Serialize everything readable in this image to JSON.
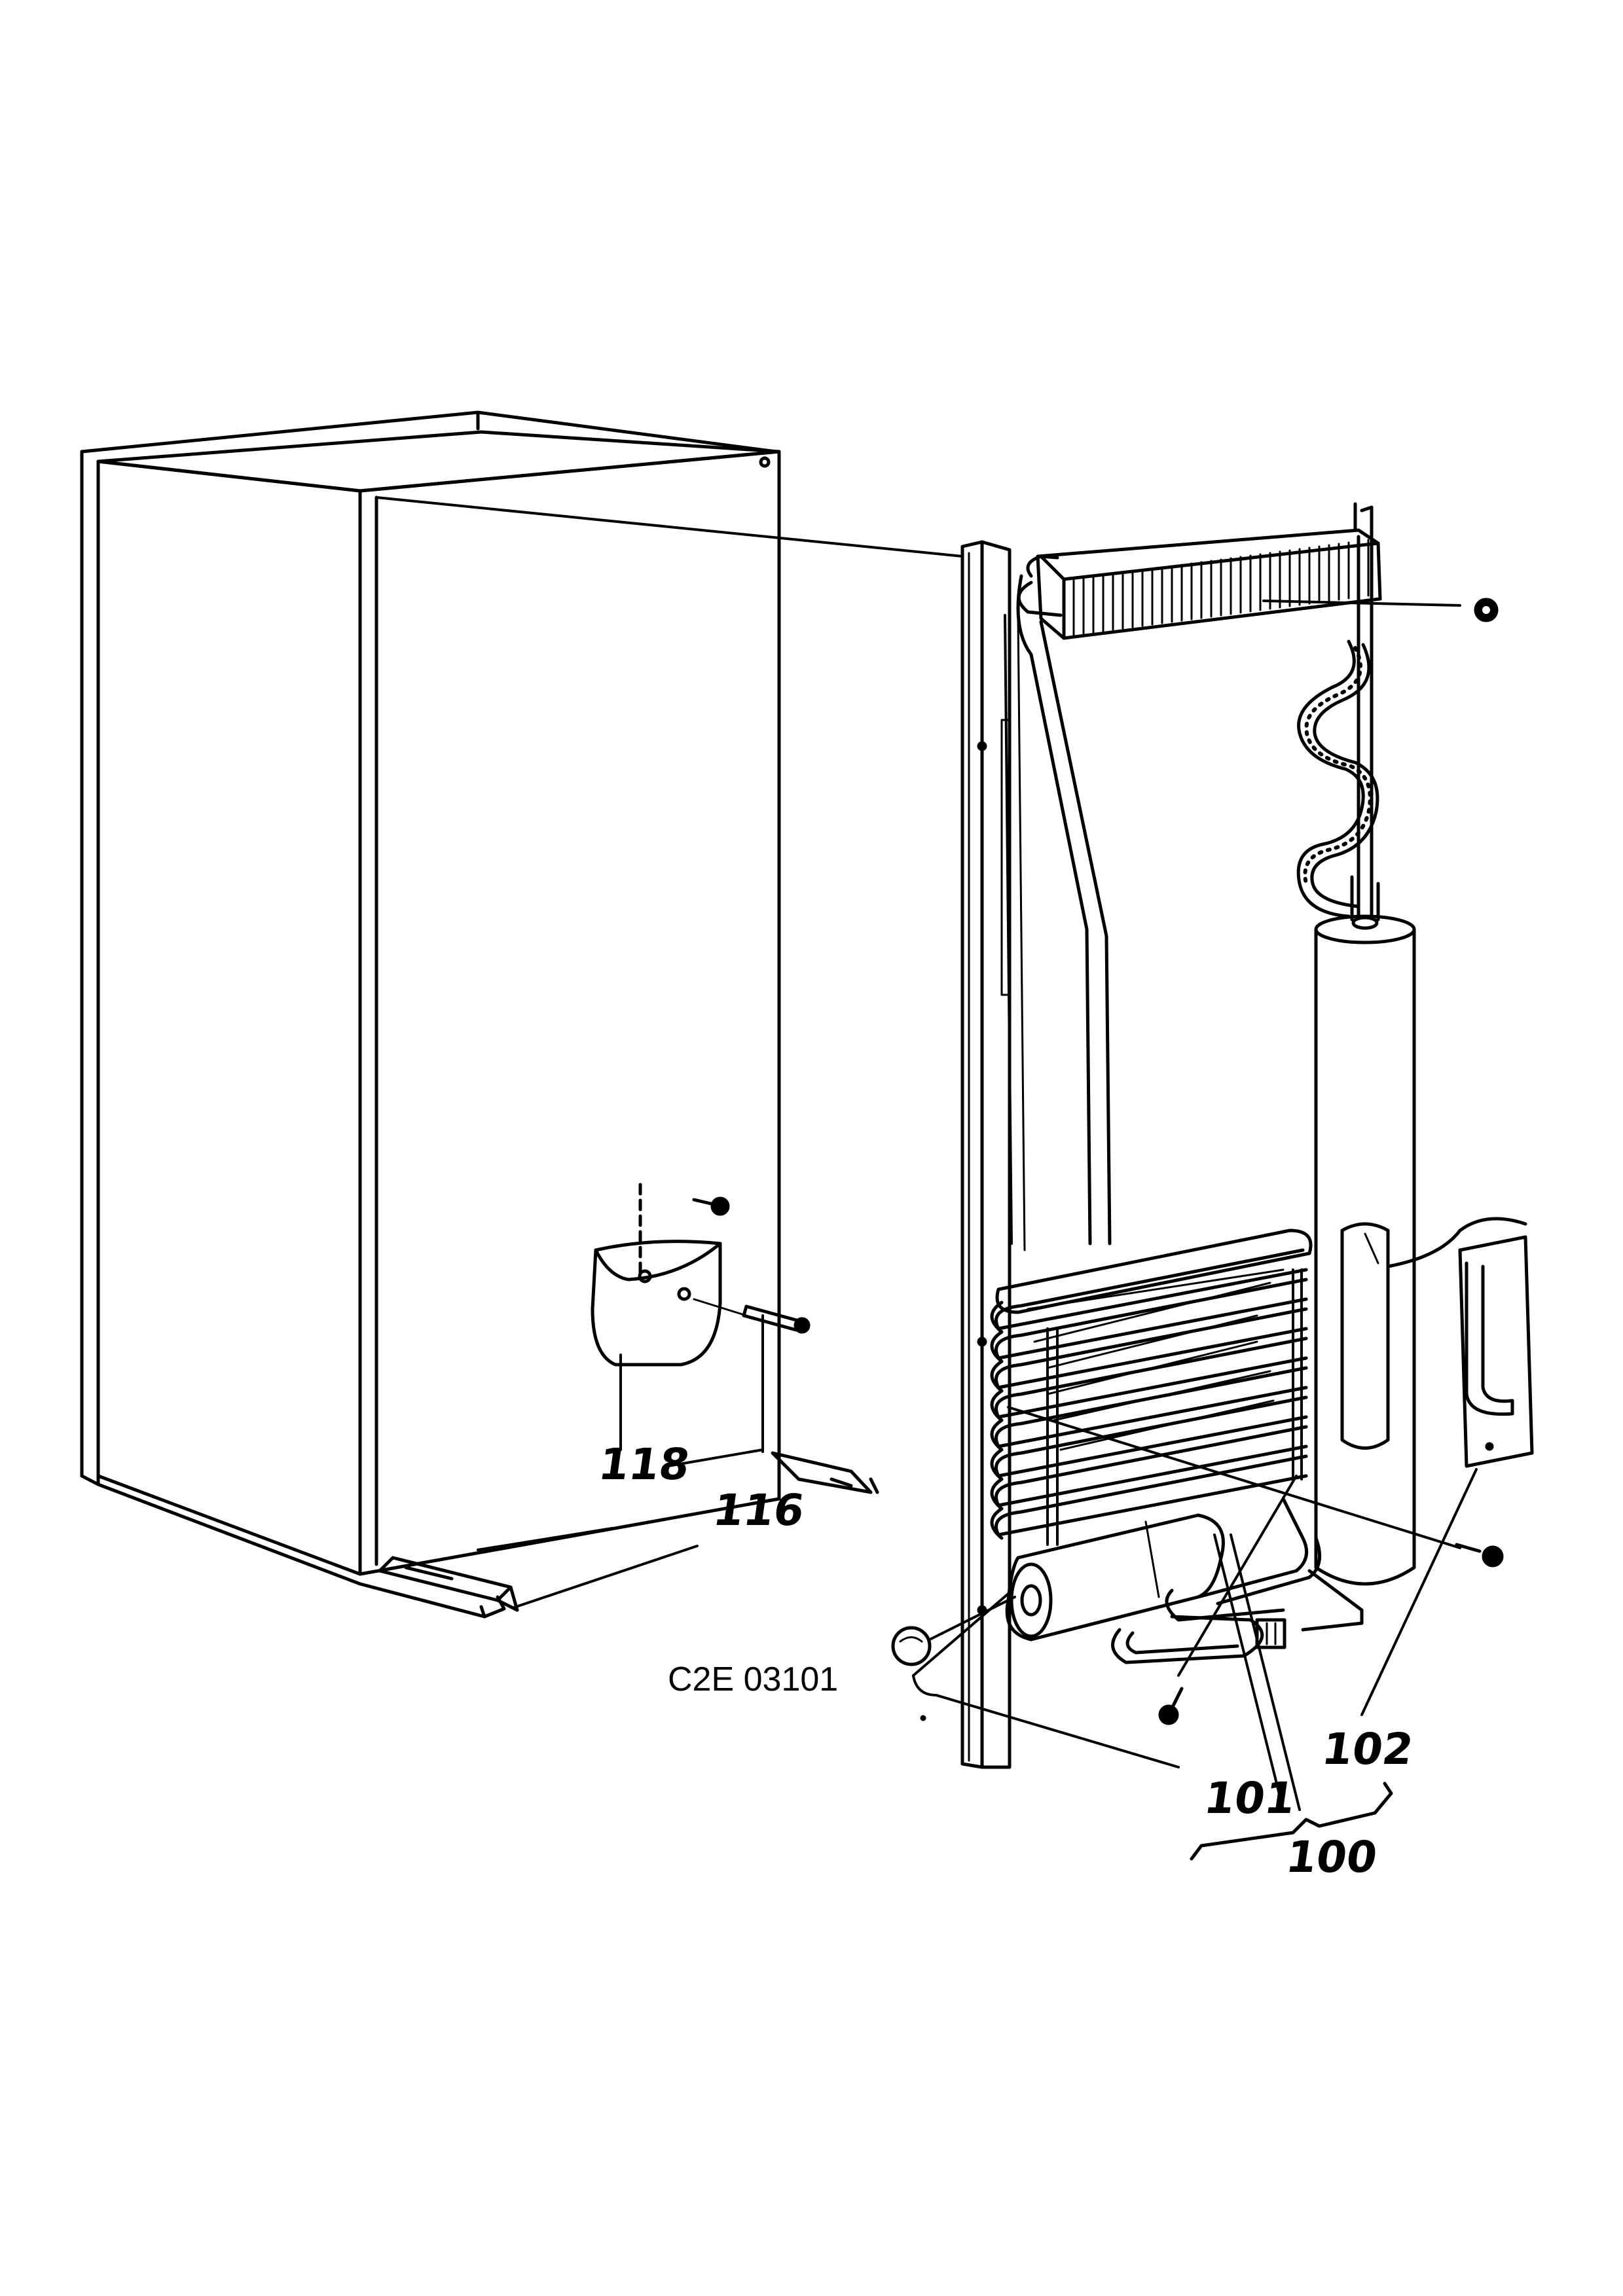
{
  "diagram": {
    "drawing_code": "C2E 03101",
    "callouts": {
      "c116": "116",
      "c118": "118",
      "c100": "100",
      "c101": "101",
      "c102": "102"
    }
  }
}
